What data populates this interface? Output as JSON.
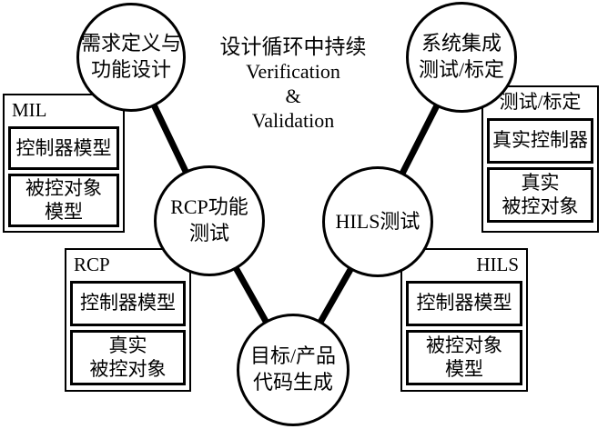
{
  "diagram": {
    "center_note": {
      "title": "设计循环中持续",
      "line2": "Verification",
      "line3": "&",
      "line4": "Validation"
    },
    "circles": {
      "requirements": "需求定义与\n功能设计",
      "system_integration": "系统集成\n测试/标定",
      "rcp_test": "RCP功能\n测试",
      "hils_test": "HILS测试",
      "code_generation": "目标/产品\n代码生成"
    },
    "boxes": {
      "mil": {
        "title": "MIL",
        "items": [
          "控制器模型",
          "被控对象\n模型"
        ]
      },
      "rcp": {
        "title": "RCP",
        "items": [
          "控制器模型",
          "真实\n被控对象"
        ]
      },
      "hils": {
        "title": "HILS",
        "items": [
          "控制器模型",
          "被控对象\n模型"
        ]
      },
      "test_calibration": {
        "title": "测试/标定",
        "items": [
          "真实控制器",
          "真实\n被控对象"
        ]
      }
    },
    "colors": {
      "ink": "#000000",
      "background": "#ffffff"
    }
  }
}
